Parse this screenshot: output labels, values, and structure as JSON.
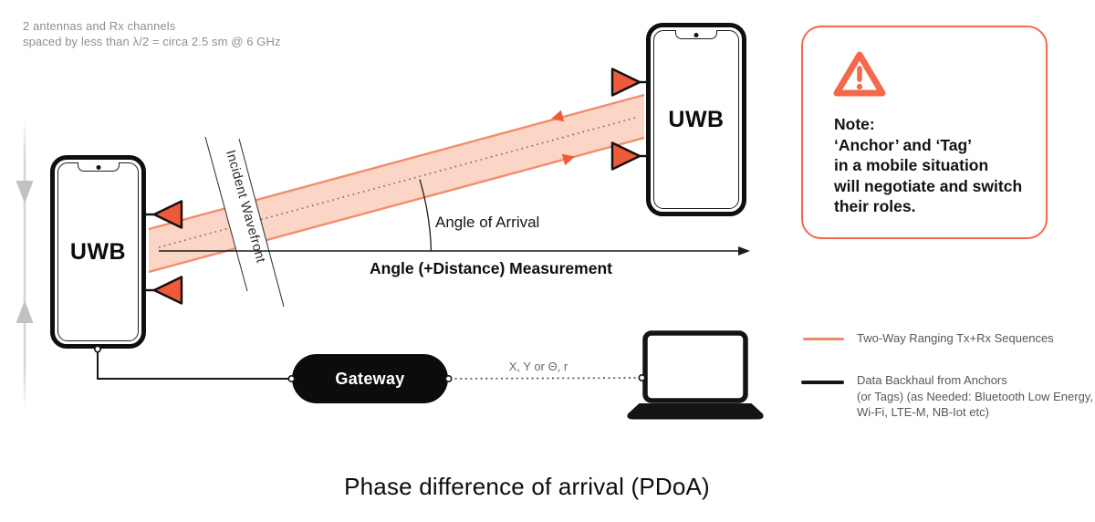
{
  "caption": {
    "line1": "2 antennas and Rx channels",
    "line2": "spaced by less than λ/2 = circa 2.5 sm @ 6 GHz"
  },
  "devices": {
    "left_phone_label": "UWB",
    "right_phone_label": "UWB",
    "gateway_label": "Gateway"
  },
  "diagram": {
    "incident_wavefront_label": "Incident Wavefront",
    "angle_of_arrival_label": "Angle of Arrival",
    "angle_measurement_label": "Angle (+Distance) Measurement",
    "gateway_output_label": "X, Y or Θ, r"
  },
  "note": {
    "title": "Note:",
    "line1": "‘Anchor’ and ‘Tag’",
    "line2": "in a mobile situation",
    "line3": "will negotiate and switch",
    "line4": "their roles."
  },
  "legend": {
    "item1_label": "Two-Way Ranging Tx+Rx Sequences",
    "item2_line1": "Data Backhaul from Anchors",
    "item2_line2": "(or Tags) (as Needed: Bluetooth Low Energy,",
    "item2_line3": "Wi-Fi, LTE-M, NB-Iot etc)"
  },
  "title": "Phase difference of arrival (PDoA)",
  "colors": {
    "accent_orange": "#f4694b",
    "antenna_fill": "#ef5a3a",
    "beam_fill": "#fbd5c6",
    "beam_edge": "#f18e6e",
    "legend_orange": "#f0886a",
    "ink_black": "#141414",
    "muted_gray": "#8f8f8f"
  }
}
